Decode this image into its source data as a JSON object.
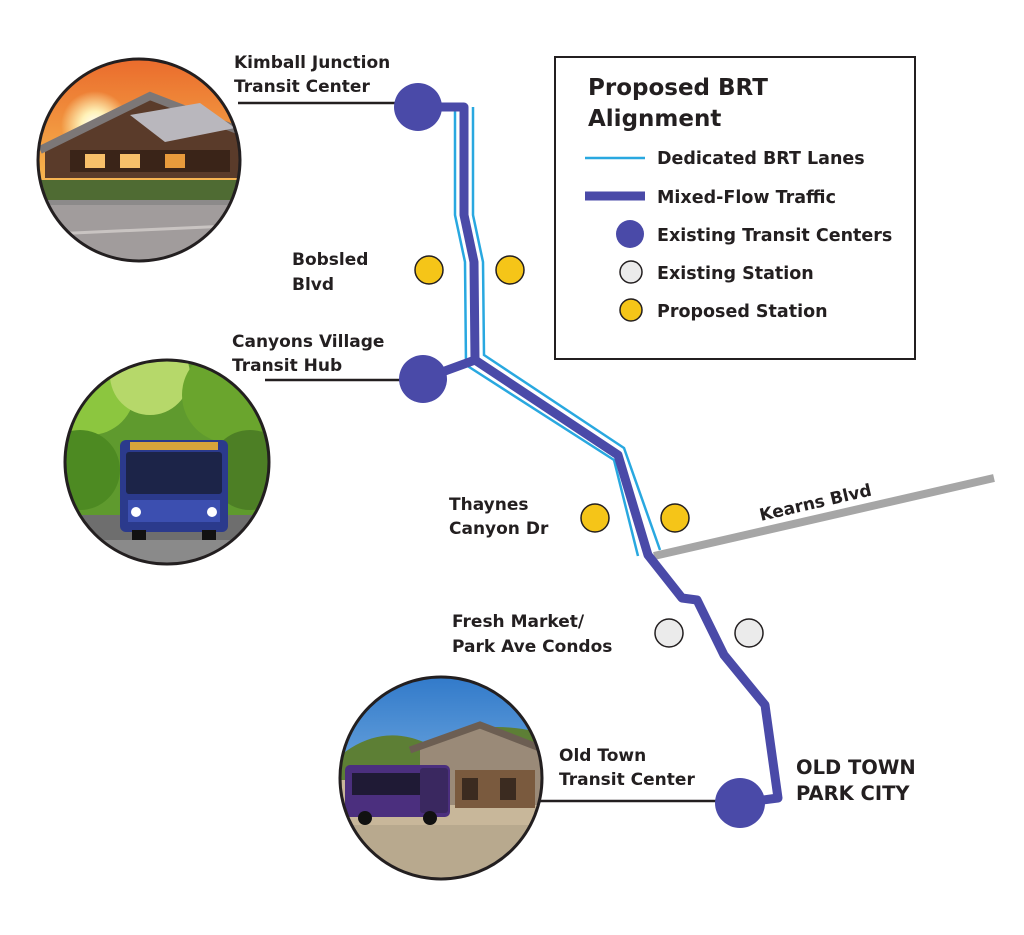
{
  "stations": {
    "kimball": {
      "line1": "Kimball Junction",
      "line2": "Transit Center",
      "photo": "transit-center-building-at-sunset"
    },
    "bobsled": {
      "line1": "Bobsled",
      "line2": "Blvd"
    },
    "canyons": {
      "line1": "Canyons Village",
      "line2": "Transit Hub",
      "photo": "bus-among-trees"
    },
    "thaynes": {
      "line1": "Thaynes",
      "line2": "Canyon Dr"
    },
    "fresh_market": {
      "line1": "Fresh Market/",
      "line2": "Park Ave Condos"
    },
    "old_town": {
      "line1": "Old Town",
      "line2": "Transit Center",
      "photo": "bus-at-old-town-transit-center"
    }
  },
  "roads": {
    "kearns": "Kearns Blvd"
  },
  "destination": {
    "line1": "OLD TOWN",
    "line2": "PARK CITY"
  },
  "legend": {
    "title_line1": "Proposed BRT",
    "title_line2": "Alignment",
    "items": [
      {
        "label": "Dedicated BRT Lanes",
        "symbol": "thin-line",
        "color": "#29a8e0"
      },
      {
        "label": "Mixed-Flow Traffic",
        "symbol": "thick-line",
        "color": "#4a4aa8"
      },
      {
        "label": "Existing Transit Centers",
        "symbol": "large-circle",
        "color": "#4a4aa8"
      },
      {
        "label": "Existing Station",
        "symbol": "circle",
        "color": "#ebebeb"
      },
      {
        "label": "Proposed Station",
        "symbol": "circle",
        "color": "#f5c518"
      }
    ]
  },
  "colors": {
    "route": "#4a4aa8",
    "dedicated_lane": "#29a8e0",
    "road": "#a6a6a6",
    "proposed_station": "#f5c518",
    "existing_station": "#ebebeb"
  }
}
